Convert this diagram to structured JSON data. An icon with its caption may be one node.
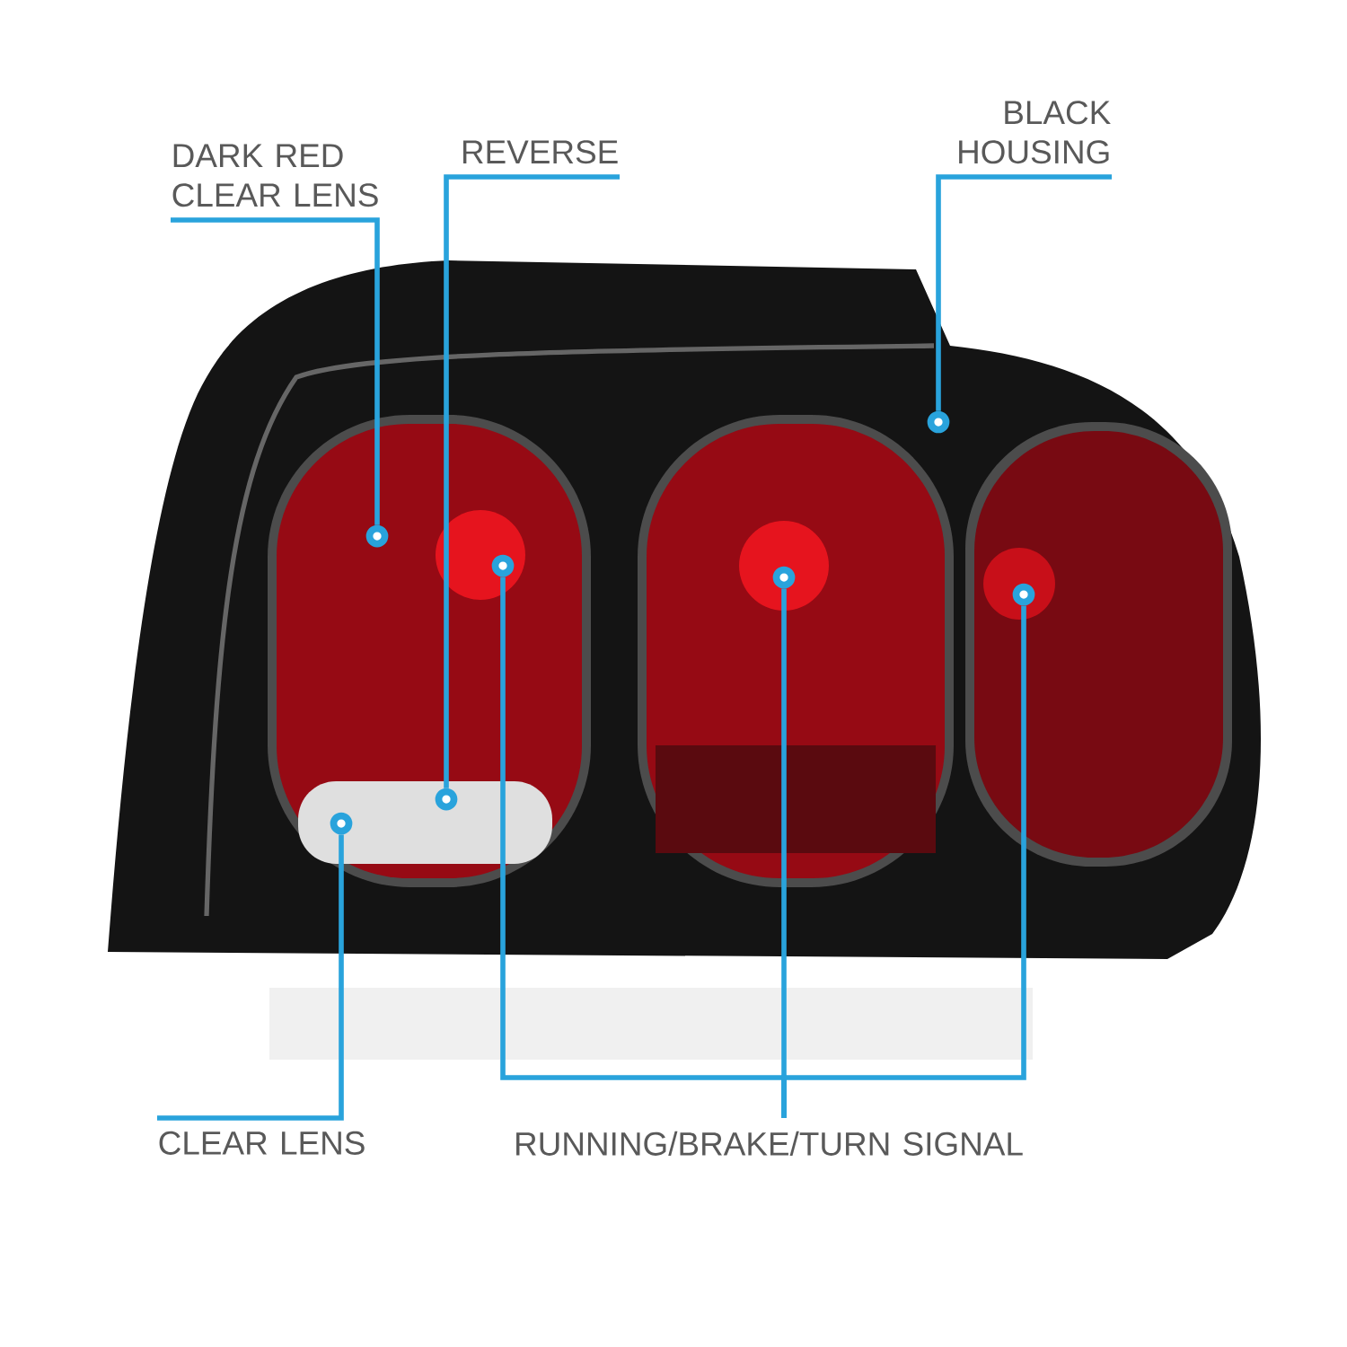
{
  "diagram": {
    "nodes": [
      {
        "text": [
          "DARK RED CLEAR LENS"
        ]
      },
      {
        "text": [
          "REVERSE"
        ]
      },
      {
        "text": [
          "BLACK HOUSING"
        ]
      },
      {
        "text": [
          "CLEAR LENS"
        ]
      },
      {
        "text": [
          "RUNNING/BRAKE/TURN SIGNAL"
        ]
      },
      {
        "text": [],
        "shape": "circle"
      },
      {
        "text": [],
        "shape": "circle"
      },
      {
        "text": [],
        "shape": "circle"
      },
      {
        "text": [],
        "shape": "circle"
      },
      {
        "text": [],
        "shape": "circle"
      },
      {
        "text": [],
        "shape": "circle"
      },
      {
        "text": [],
        "shape": "circle"
      }
    ],
    "edges": [
      {
        "from": 0,
        "to": 5,
        "arrow": "none"
      },
      {
        "from": 1,
        "to": 6,
        "arrow": "none"
      },
      {
        "from": 2,
        "to": 7,
        "arrow": "none"
      },
      {
        "from": 3,
        "to": 8,
        "arrow": "none"
      },
      {
        "from": 4,
        "to": 9,
        "arrow": "none"
      },
      {
        "from": 4,
        "to": 10,
        "arrow": "none"
      },
      {
        "from": 4,
        "to": 11,
        "arrow": "none"
      }
    ]
  }
}
